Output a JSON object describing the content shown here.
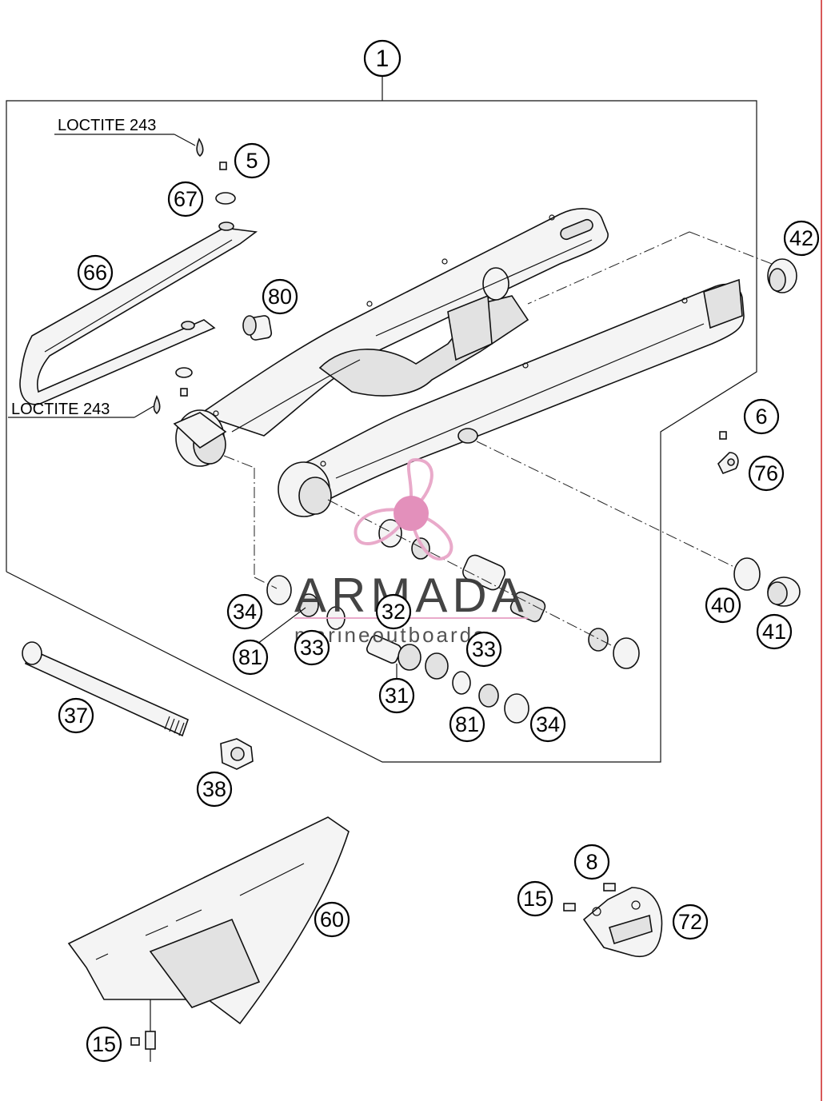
{
  "assembly_callout": "1",
  "notes": [
    {
      "id": "loctite-1",
      "text": "LOCTITE 243"
    },
    {
      "id": "loctite-2",
      "text": "LOCTITE 243"
    }
  ],
  "callouts": [
    "5",
    "67",
    "66",
    "80",
    "42",
    "6",
    "76",
    "34",
    "32",
    "81",
    "33",
    "33",
    "31",
    "81",
    "34",
    "40",
    "41",
    "37",
    "38",
    "60",
    "8",
    "15",
    "72",
    "15"
  ],
  "watermark": {
    "title": "ARMADA",
    "subtitle": "marineoutboards",
    "colors": {
      "logo": "#e8a6c8",
      "logo_center": "#e28bb8",
      "text": "#444444"
    }
  },
  "colors": {
    "line": "#111111",
    "edge": "#cc2222"
  }
}
